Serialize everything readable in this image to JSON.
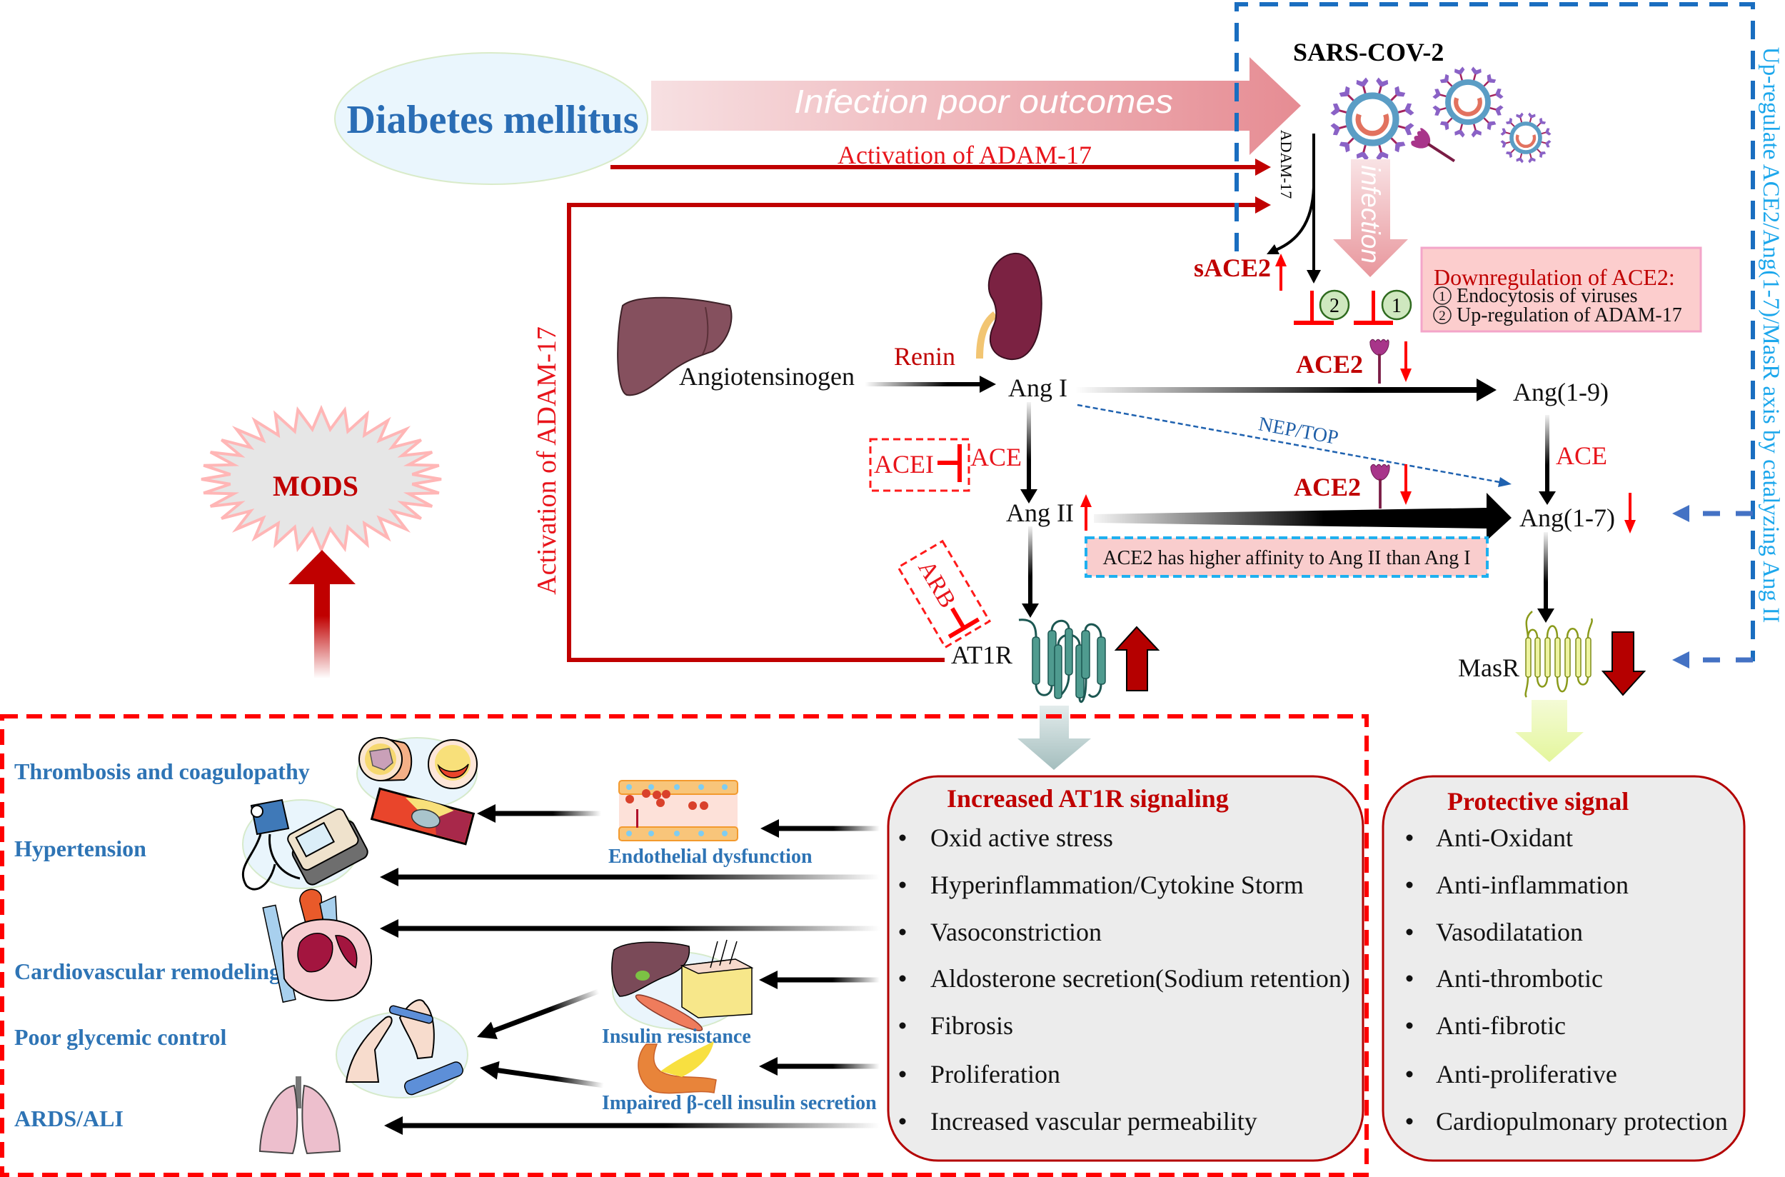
{
  "top": {
    "diabetes_node": "Diabetes mellitus",
    "outcome_arrow_label": "Infection poor outcomes",
    "adam17_activation_label": "Activation of ADAM-17",
    "adam17_activation_side_label": "Activation of ADAM-17",
    "mods_label": "MODS"
  },
  "virus": {
    "label": "SARS-COV-2",
    "adam17_label": "ADAM-17",
    "infection_label": "infection",
    "sace2_label": "sACE2",
    "mechanism_markers": [
      "2",
      "1"
    ]
  },
  "downregulation_box": {
    "title": "Downregulation of ACE2:",
    "items": [
      {
        "marker": "1",
        "text": "Endocytosis of viruses"
      },
      {
        "marker": "2",
        "text": "Up-regulation of ADAM-17"
      }
    ]
  },
  "pathway": {
    "angiotensinogen": "Angiotensinogen",
    "renin": "Renin",
    "ang_i": "Ang I",
    "ang_1_9": "Ang(1-9)",
    "ang_ii": "Ang II",
    "ang_1_7": "Ang(1-7)",
    "ace_left": "ACE",
    "ace_right": "ACE",
    "acei": "ACEI",
    "arb": "ARB",
    "ace2_upper": "ACE2",
    "ace2_lower": "ACE2",
    "nep_top": "NEP/TOP",
    "affinity_note": "ACE2 has higher affinity to Ang II than Ang I",
    "at1r": "AT1R",
    "masr": "MasR"
  },
  "level_changes": {
    "sace2": "up",
    "ace2_ang_i_step": "down",
    "ang_ii": "up",
    "ace2_ang_ii_step": "down",
    "ang_1_7": "down",
    "at1r": "up",
    "masr": "down"
  },
  "right_note": "Up-regulate ACE2/Ang(1-7)/MasR axis by catalyzing Ang II",
  "at1r_signaling": {
    "title": "Increased AT1R signaling",
    "items": [
      "Oxid active stress",
      "Hyperinflammation/Cytokine Storm",
      "Vasoconstriction",
      "Aldosterone secretion(Sodium retention)",
      "Fibrosis",
      "Proliferation",
      "Increased vascular permeability"
    ]
  },
  "protective_signal": {
    "title": "Protective signal",
    "items": [
      "Anti-Oxidant",
      "Anti-inflammation",
      "Vasodilatation",
      "Anti-thrombotic",
      "Anti-fibrotic",
      "Anti-proliferative",
      "Cardiopulmonary protection"
    ]
  },
  "intermediates": {
    "endothelial": "Endothelial dysfunction",
    "insulin_resistance": "Insulin resistance",
    "beta_cell": "Impaired β-cell insulin secretion"
  },
  "outcomes": [
    "Thrombosis and coagulopathy",
    "Hypertension",
    "Cardiovascular remodeling",
    "Poor glycemic control",
    "ARDS/ALI"
  ],
  "icons": [
    "liver-icon",
    "kidney-icon",
    "virus-icon",
    "ace2-receptor-icon",
    "at1r-receptor-icon",
    "masr-receptor-icon",
    "thrombosis-illustration",
    "bp-monitor-illustration",
    "heart-illustration",
    "glucometer-hands-illustration",
    "lungs-illustration",
    "endothelium-illustration",
    "insulin-resistance-illustration",
    "pancreas-illustration",
    "starburst-icon"
  ],
  "colors": {
    "dark_red": "#c00000",
    "bright_red": "#ff0000",
    "label_blue": "#2e74b5",
    "note_cyan": "#1ca7ec",
    "dashed_blue": "#1a6ec0",
    "box_gray": "#ececec",
    "pink_note": "#fccdcd"
  }
}
